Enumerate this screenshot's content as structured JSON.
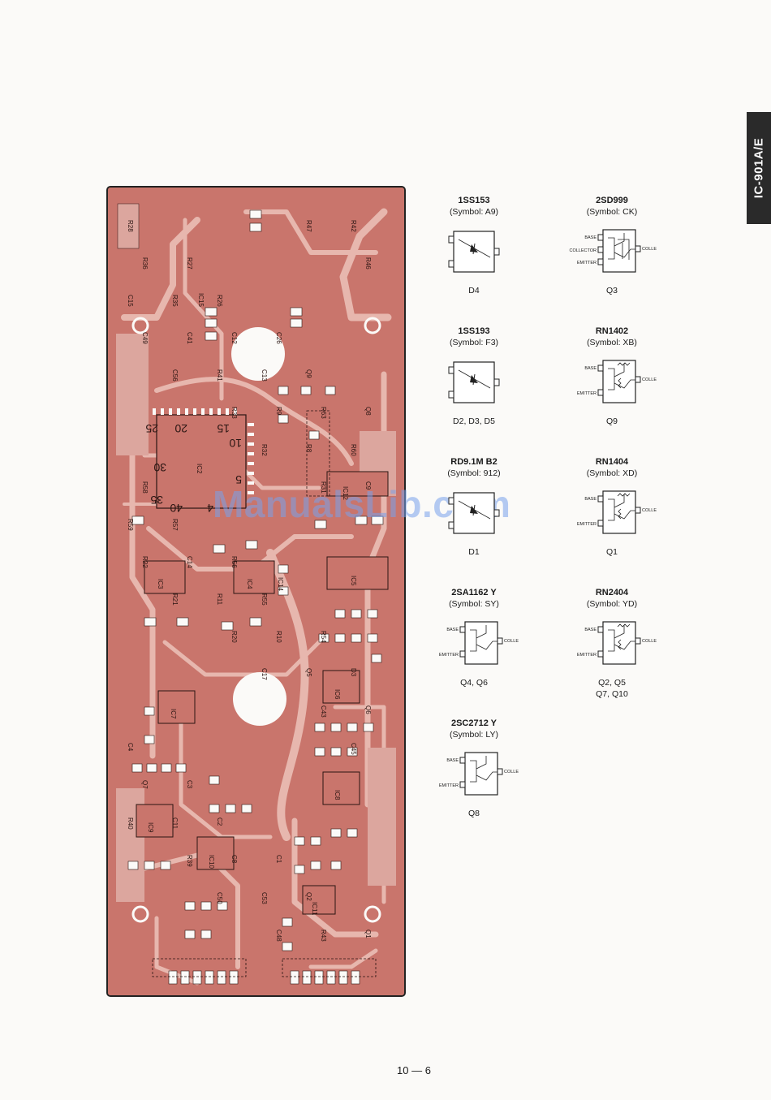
{
  "side_tab": "IC-901A/E",
  "watermark": "ManualsLib.com",
  "board": {
    "silkscreen_big": [
      "25",
      "20",
      "15",
      "10",
      "30",
      "5",
      "35",
      "40",
      "4"
    ],
    "ic_labels": [
      "IC2",
      "IC3",
      "IC4",
      "IC5",
      "IC6",
      "IC7",
      "IC8",
      "IC9",
      "IC10",
      "IC11",
      "IC12",
      "IC14",
      "IC15"
    ],
    "part_labels": [
      "R28",
      "R27",
      "R26",
      "C26",
      "Q9",
      "Q8",
      "R58",
      "R57",
      "R56",
      "R55",
      "R54",
      "D3",
      "C4",
      "C3",
      "C2",
      "C1",
      "Q2",
      "Q1",
      "R36",
      "R35",
      "C12",
      "C13",
      "R63",
      "R60",
      "R59",
      "C14",
      "R11",
      "R10",
      "Q5",
      "Q6",
      "Q7",
      "C11",
      "C8",
      "C53",
      "R43",
      "R42",
      "C15",
      "C41",
      "R41",
      "R9",
      "R8",
      "C9",
      "R22",
      "R21",
      "R20",
      "C17",
      "C43",
      "C45",
      "R40",
      "R39",
      "C50",
      "C48",
      "R47",
      "R46",
      "C49",
      "C56",
      "R33",
      "R32",
      "R31"
    ]
  },
  "components": [
    {
      "part": "1SS153",
      "symbol": "(Symbol: A9)",
      "ref": "D4",
      "kind": "diode",
      "pins": []
    },
    {
      "part": "2SD999",
      "symbol": "(Symbol: CK)",
      "ref": "Q3",
      "kind": "darlington",
      "pins": [
        "BASE",
        "COLLECTOR",
        "EMITTER",
        "COLLECTOR"
      ]
    },
    {
      "part": "1SS193",
      "symbol": "(Symbol: F3)",
      "ref": "D2, D3, D5",
      "kind": "diode",
      "pins": []
    },
    {
      "part": "RN1402",
      "symbol": "(Symbol: XB)",
      "ref": "Q9",
      "kind": "resistor-npn",
      "pins": [
        "BASE",
        "EMITTER",
        "COLLECTOR"
      ]
    },
    {
      "part": "RD9.1M  B2",
      "symbol": "(Symbol: 912)",
      "ref": "D1",
      "kind": "zener",
      "pins": []
    },
    {
      "part": "RN1404",
      "symbol": "(Symbol: XD)",
      "ref": "Q1",
      "kind": "resistor-npn",
      "pins": [
        "BASE",
        "EMITTER",
        "COLLECTOR"
      ]
    },
    {
      "part": "2SA1162  Y",
      "symbol": "(Symbol: SY)",
      "ref": "Q4, Q6",
      "kind": "pnp",
      "pins": [
        "BASE",
        "EMITTER",
        "COLLECTOR"
      ]
    },
    {
      "part": "RN2404",
      "symbol": "(Symbol: YD)",
      "ref": "Q2, Q5",
      "ref2": "Q7, Q10",
      "kind": "resistor-pnp",
      "pins": [
        "BASE",
        "EMITTER",
        "COLLECTOR"
      ]
    },
    {
      "part": "2SC2712  Y",
      "symbol": "(Symbol: LY)",
      "ref": "Q8",
      "kind": "npn",
      "pins": [
        "BASE",
        "EMITTER",
        "COLLECTOR"
      ]
    }
  ],
  "page_number": "10 — 6"
}
